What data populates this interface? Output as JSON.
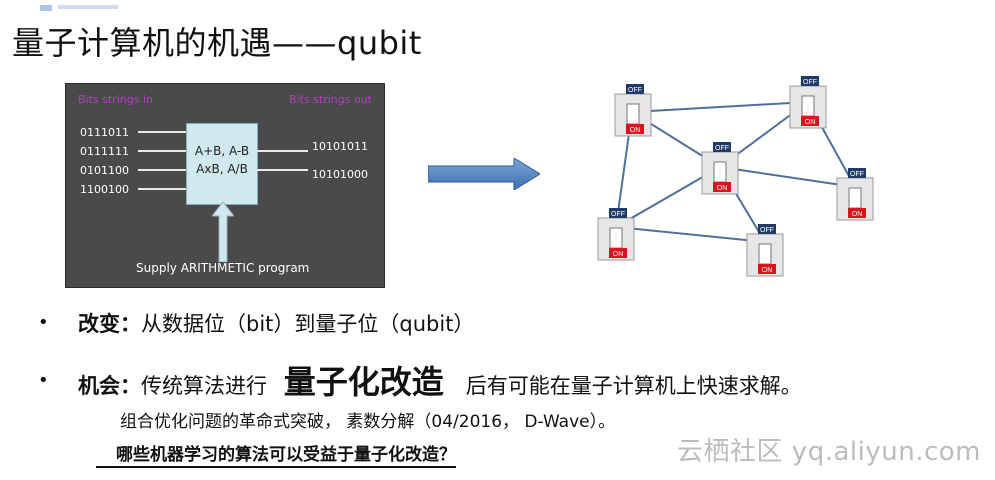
{
  "slide": {
    "title": "量子计算机的机遇——qubit"
  },
  "left_diagram": {
    "bits_in_label": "Bits strings in",
    "bits_out_label": "Bits strings out",
    "inputs": [
      "0111011",
      "0111111",
      "0101100",
      "1100100"
    ],
    "outputs": [
      "10101011",
      "10101000"
    ],
    "operations": [
      "A+B, A-B",
      "AxB, A/B"
    ],
    "supply_label": "Supply ARITHMETIC program"
  },
  "network": {
    "off_label": "OFF",
    "on_label": "ON",
    "colors": {
      "off": "#1f3a66",
      "on": "#d8141c",
      "edge": "#4d6f9a"
    }
  },
  "bullets": [
    {
      "marker": "•",
      "key": "改变：",
      "text": "从数据位（bit）到量子位（qubit）"
    },
    {
      "marker": "•",
      "key": "机会：",
      "text_before": "传统算法进行",
      "emphasis": "量子化改造",
      "text_after": "后有可能在量子计算机上快速求解。"
    }
  ],
  "sub_line": "组合优化问题的革命式突破，  素数分解（04/2016， D-Wave）。",
  "question": "哪些机器学习的算法可以受益于量子化改造？",
  "watermark": "云栖社区 yq.aliyun.com"
}
